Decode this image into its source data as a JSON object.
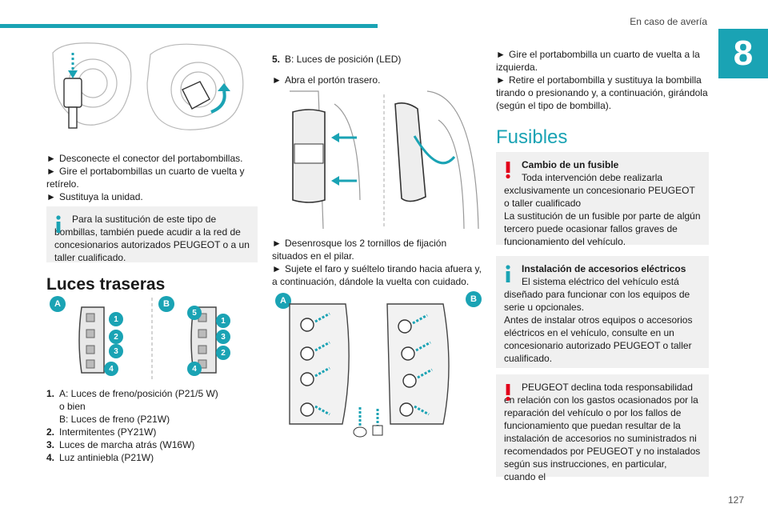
{
  "header": {
    "section": "En caso de avería",
    "chapter": "8",
    "page": "127"
  },
  "col1": {
    "steps": [
      "Desconecte el conector del portabombillas.",
      "Gire el portabombillas un cuarto de vuelta y retírelo.",
      "Sustituya la unidad."
    ],
    "info": "Para la sustitución de este tipo de bombillas, también puede acudir a la red de concesionarios autorizados PEUGEOT o a un taller cualificado.",
    "heading": "Luces traseras",
    "fig_labels": {
      "a": "A",
      "b": "B"
    },
    "fig_a_nums": [
      "1",
      "2",
      "3",
      "4"
    ],
    "fig_b_nums": [
      "5",
      "1",
      "3",
      "2",
      "4"
    ],
    "list": [
      {
        "num": "1.",
        "lines": [
          "A: Luces de freno/posición (P21/5 W)",
          "o bien",
          "B: Luces de freno (P21W)"
        ]
      },
      {
        "num": "2.",
        "lines": [
          "Intermitentes (PY21W)"
        ]
      },
      {
        "num": "3.",
        "lines": [
          "Luces de marcha atrás (W16W)"
        ]
      },
      {
        "num": "4.",
        "lines": [
          "Luz antiniebla (P21W)"
        ]
      }
    ]
  },
  "col2": {
    "item5": {
      "num": "5.",
      "text": "B: Luces de posición (LED)"
    },
    "step_open": "Abra el portón trasero.",
    "steps": [
      "Desenrosque los 2 tornillos de fijación situados en el pilar.",
      "Sujete el faro y suéltelo tirando hacia afuera y, a continuación, dándole la vuelta con cuidado."
    ],
    "fig_labels": {
      "a": "A",
      "b": "B"
    }
  },
  "col3": {
    "steps": [
      "Gire el portabombilla un cuarto de vuelta a la izquierda.",
      "Retire el portabombilla y sustituya la bombilla tirando o presionando y, a continuación, girándola (según el tipo de bombilla)."
    ],
    "heading": "Fusibles",
    "warn1": {
      "title": "Cambio de un fusible",
      "text": "Toda intervención debe realizarla exclusivamente un concesionario PEUGEOT o taller cualificado\nLa sustitución de un fusible por parte de algún tercero puede ocasionar fallos graves de funcionamiento del vehículo."
    },
    "info2": {
      "title": "Instalación de accesorios eléctricos",
      "text": "El sistema eléctrico del vehículo está diseñado para funcionar con los equipos de serie u opcionales.\nAntes de instalar otros equipos o accesorios eléctricos en el vehículo, consulte en un concesionario autorizado PEUGEOT o taller cualificado."
    },
    "warn2": "PEUGEOT declina toda responsabilidad en relación con los gastos ocasionados por la reparación del vehículo o por los fallos de funcionamiento que puedan resultar de la instalación de accesorios no suministrados ni recomendados por PEUGEOT y no instalados según sus instrucciones, en particular, cuando el"
  },
  "colors": {
    "accent": "#1aa3b4",
    "warning": "#e2001a",
    "box": "#f0f0f0"
  },
  "icons": {
    "step_marker": "►",
    "info": "info-icon",
    "warning": "warning-icon"
  }
}
